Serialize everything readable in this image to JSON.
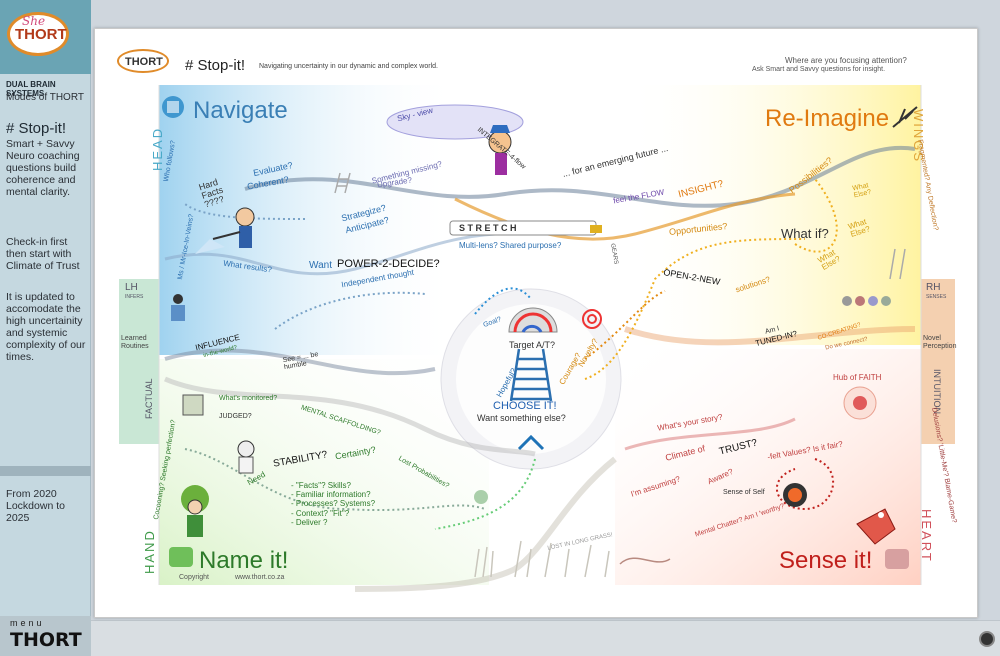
{
  "sidebar": {
    "logo_she": "She",
    "logo_thort": "THORT",
    "dual_brain": "DUAL BRAIN SYSTEMS",
    "modes": "Modes of THORT",
    "page_title": "# Stop-it!",
    "description": "Smart + Savvy Neuro coaching questions build coherence and mental clarity.",
    "checkin": "Check-in first then start with Climate of Trust",
    "updated": "It is updated to accomodate the high uncertainity and systemic complexity of our times.",
    "years": "From 2020 Lockdown to 2025",
    "menu_label": "menu",
    "menu_thort": "THORT"
  },
  "header": {
    "logo": "THORT",
    "title": "# Stop-it!",
    "subtitle": "Navigating uncertainty in our dynamic and complex world.",
    "right_line1": "Where are you focusing attention?",
    "right_line2": "Ask Smart and Savvy questions for insight."
  },
  "quadrants": {
    "navigate": "Navigate",
    "reimagine": "Re-Imagine",
    "name_it": "Name it!",
    "sense_it": "Sense it!"
  },
  "sides": {
    "head": "HEAD",
    "wings": "WINGS",
    "hand": "HAND",
    "heart": "HEART",
    "lh": "LH",
    "infers": "INFERS",
    "rh": "RH",
    "senses": "SENSES",
    "factual": "FACTUAL",
    "intuition": "INTUITION",
    "learned": "Learned Routines",
    "novel": "Novel Perception"
  },
  "labels": {
    "sky_view": "Sky - view",
    "integrate": "INTEGRATE-4-flow",
    "emerging": "... for an emerging future ...",
    "feel_flow": "feel the FLOW",
    "something_missing": "Something missing?",
    "upgrade": "Upgrade?",
    "evaluate": "Evaluate?",
    "coherent": "Coherent?",
    "hard_facts": "Hard Facts ????",
    "mr_ice": "Ms / Mr-Ice-In-Veins?",
    "who_follows": "Who follows?",
    "strategize": "Strategize?",
    "anticipate": "Anticipate?",
    "stretch": "S T R E T C H",
    "multilens": "Multi-lens? Shared purpose?",
    "gears": "GEARS",
    "what_results": "What results?",
    "want": "Want",
    "power_decide": "POWER-2-DECIDE?",
    "independent": "Independent thought",
    "insight": "INSIGHT?",
    "possibilities": "Possibilities?",
    "fragmented": "Fragmented? Any Deflection?",
    "opportunities": "Opportunities?",
    "what_if": "What if?",
    "what_else_1": "What Else?",
    "what_else_2": "What Else?",
    "what_else_3": "What Else?",
    "open_new": "OPEN-2-NEW",
    "solutions": "solutions?",
    "influence": "INFLUENCE",
    "in_world": "in-the-world?",
    "see_humble": "See = ... be humble",
    "goal": "Goal?",
    "target": "Target A/T?",
    "novelty": "Novelty?",
    "courage": "Courage?",
    "hopeful": "Hopeful?",
    "choose": "CHOOSE IT!",
    "want_else": "Want something else?",
    "am_i": "Am I",
    "tuned_in": "TUNED-IN?",
    "co_creating": "CO-CREATING?",
    "do_we_connect": "Do we connect?",
    "hub_faith": "Hub of FAITH",
    "whats_monitored": "What's monitored?",
    "judged": "JUDGED?",
    "mental_scaffolding": "MENTAL SCAFFOLDING?",
    "whats_story": "What's your story?",
    "need": "Need",
    "stability": "STABILITY?",
    "certainty": "Certainty?",
    "lost_prob": "Lost Probabilities?",
    "facts_list": "- \"Facts\"? Skills?\n- Familiar information?\n- Processes? Systems?\n- Context? \"Fit\"?\n- Deliver ?",
    "climate": "Climate of",
    "trust": "TRUST?",
    "felt_values": "-felt Values? Is it fair?",
    "im_assuming": "I'm assuming?",
    "aware": "Aware?",
    "sense_self": "Sense of Self",
    "mental_chatter": "Mental Chatter? Am I 'worthy?'",
    "delusions": "Delusions? 'Little-Me'? Blame-Game?",
    "cocooning": "Cocooning? Seeking perfection?",
    "lost_grass": "LOST IN LONG GRASS!",
    "copyright": "Copyright",
    "website": "www.thort.co.za"
  },
  "colors": {
    "navigate": "#3a7fb5",
    "reimagine": "#e07a10",
    "name_it": "#2d7a2a",
    "sense_it": "#c0201c",
    "sidebar_bg": "#c5d8e0"
  }
}
